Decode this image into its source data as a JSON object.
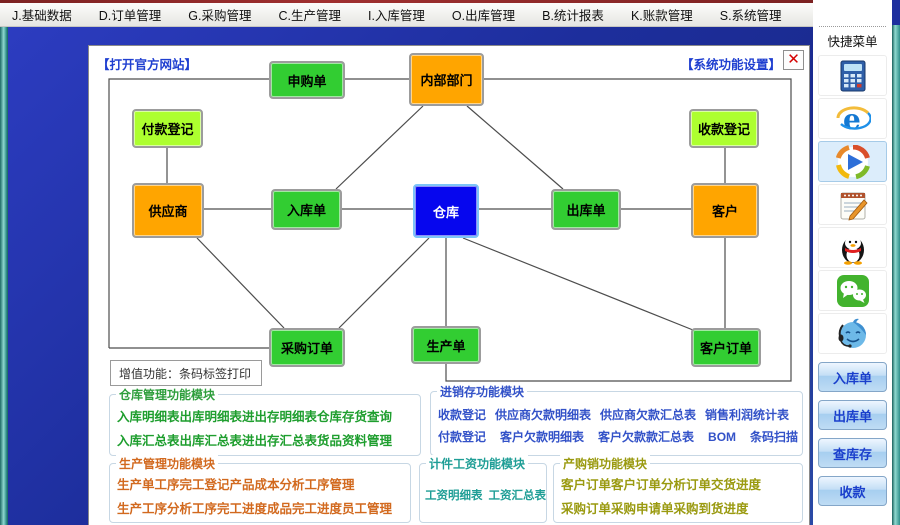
{
  "menu": {
    "items": [
      "J.基础数据",
      "D.订单管理",
      "G.采购管理",
      "C.生产管理",
      "I.入库管理",
      "O.出库管理",
      "B.统计报表",
      "K.账款管理",
      "S.系统管理"
    ]
  },
  "panel": {
    "link_left": "【打开官方网站】",
    "link_right": "【系统功能设置】",
    "close_glyph": "✕"
  },
  "flowchart": {
    "nodes": [
      {
        "label": "申购单",
        "color": "green"
      },
      {
        "label": "内部部门",
        "color": "orange"
      },
      {
        "label": "付款登记",
        "color": "lime"
      },
      {
        "label": "收款登记",
        "color": "lime"
      },
      {
        "label": "供应商",
        "color": "orange"
      },
      {
        "label": "入库单",
        "color": "green"
      },
      {
        "label": "仓库",
        "color": "blue"
      },
      {
        "label": "出库单",
        "color": "green"
      },
      {
        "label": "客户",
        "color": "orange"
      },
      {
        "label": "采购订单",
        "color": "green"
      },
      {
        "label": "生产单",
        "color": "green"
      },
      {
        "label": "客户订单",
        "color": "green"
      }
    ]
  },
  "value_added": {
    "label": "增值功能：条码标签打印"
  },
  "modules": {
    "warehouse": {
      "title": "仓库管理功能模块",
      "links": [
        "入库明细表",
        "出库明细表",
        "进出存明细表",
        "仓库存货查询",
        "入库汇总表",
        "出库汇总表",
        "进出存汇总表",
        "货品资料管理"
      ]
    },
    "inventory_sales": {
      "title": "进销存功能模块",
      "row1": [
        "收款登记",
        "供应商欠款明细表",
        "供应商欠款汇总表",
        "销售利润统计表"
      ],
      "row2": [
        "付款登记",
        "客户欠款明细表",
        "客户欠款款汇总表",
        "BOM",
        "条码扫描"
      ]
    },
    "production": {
      "title": "生产管理功能模块",
      "links": [
        "生产单",
        "工序完工登记",
        "产品成本分析",
        "工序管理",
        "生产工序分析",
        "工序完工进度",
        "成品完工进度",
        "员工管理"
      ]
    },
    "piecework": {
      "title": "计件工资功能模块",
      "links": [
        "工资明细表",
        "工资汇总表"
      ]
    },
    "purchase_sales": {
      "title": "产购销功能模块",
      "links": [
        "客户订单",
        "客户订单分析",
        "订单交货进度",
        "采购订单",
        "采购申请单",
        "采购到货进度"
      ]
    }
  },
  "sidebar": {
    "title": "快捷菜单",
    "icons": [
      "calculator-icon",
      "ie-browser-icon",
      "media-player-icon",
      "notepad-icon",
      "qq-icon",
      "wechat-icon",
      "service-mascot-icon"
    ],
    "buttons": [
      "入库单",
      "出库单",
      "查库存",
      "收款"
    ]
  },
  "colors": {
    "node_green": "#32cd32",
    "node_orange": "#ffa500",
    "node_lime": "#adff2f",
    "node_blue": "#0606ee",
    "link_blue": "#1f3fd0",
    "mdi_blue": "#1d2e9c",
    "module_green": "#1e9e2e",
    "module_blue": "#3352c8",
    "module_orange": "#d2691e",
    "module_teal": "#1f9e96",
    "module_olive": "#9a9a10"
  }
}
